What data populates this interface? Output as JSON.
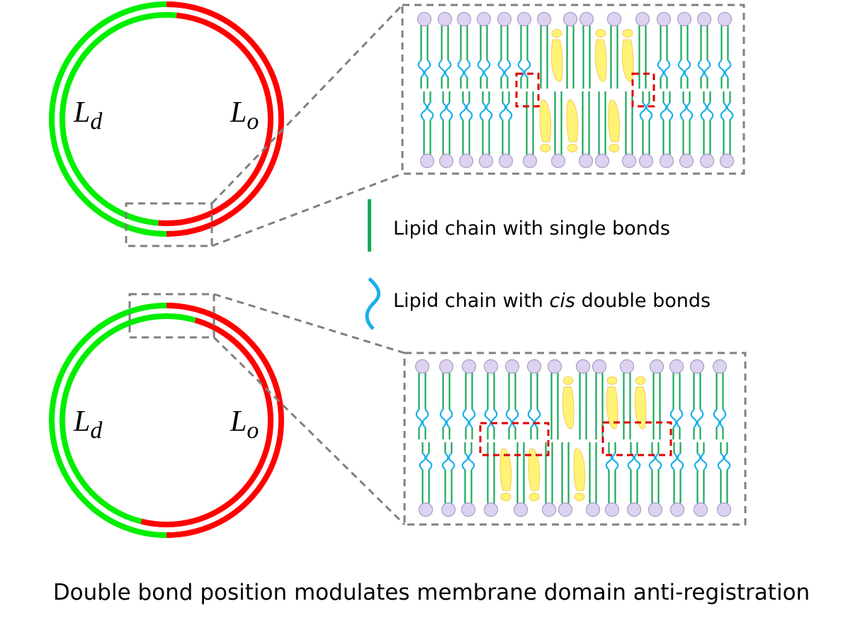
{
  "colors": {
    "ld_phase": "#00ee00",
    "lo_phase": "#ff0000",
    "saturated_chain": "#1aa85a",
    "cis_chain": "#1ab0e8",
    "head_group_fill": "#ddd3f0",
    "head_group_stroke": "#a89cc8",
    "cholesterol_fill": "#fff275",
    "cholesterol_stroke": "#f0cd5a",
    "zoom_box": "#808080",
    "registration_box": "#dd0000"
  },
  "vesicles": [
    {
      "id": "top",
      "labels": {
        "left": "L",
        "left_sub": "d",
        "right": "L",
        "right_sub": "o"
      },
      "outer_leaflet": {
        "ld_fraction": 0.5
      },
      "inner_leaflet": {
        "split_shift": "small"
      }
    },
    {
      "id": "bottom",
      "labels": {
        "left": "L",
        "left_sub": "d",
        "right": "L",
        "right_sub": "o"
      },
      "outer_leaflet": {
        "ld_fraction": 0.5
      },
      "inner_leaflet": {
        "split_shift": "large"
      }
    }
  ],
  "membranes": [
    {
      "id": "top-membrane",
      "upper_leaflet": [
        "cis",
        "cis",
        "cis",
        "cis",
        "cis",
        "cis",
        "sat",
        "sat",
        "sat",
        "sat",
        "sat",
        "cis",
        "cis",
        "cis",
        "cis"
      ],
      "lower_leaflet": [
        "cis",
        "cis",
        "cis",
        "cis",
        "cis",
        "sat",
        "sat",
        "sat",
        "sat",
        "sat",
        "cis",
        "cis",
        "cis",
        "cis",
        "cis"
      ],
      "upper_cholesterol_count": 3,
      "lower_cholesterol_count": 3,
      "mismatch_regions": 2
    },
    {
      "id": "bottom-membrane",
      "upper_leaflet": [
        "cis",
        "cis",
        "cis",
        "cis",
        "cis",
        "cis",
        "sat",
        "sat",
        "sat",
        "sat",
        "sat",
        "cis",
        "cis",
        "cis"
      ],
      "lower_leaflet": [
        "cis",
        "cis",
        "cis",
        "sat",
        "sat",
        "sat",
        "sat",
        "sat",
        "cis",
        "cis",
        "cis",
        "cis",
        "cis",
        "cis"
      ],
      "upper_cholesterol_count": 3,
      "lower_cholesterol_count": 3,
      "mismatch_regions": 2
    }
  ],
  "legend": {
    "single_bond": "Lipid chain with single bonds",
    "cis_prefix": "Lipid chain with ",
    "cis_italic": "cis",
    "cis_suffix": " double bonds"
  },
  "caption": "Double bond position modulates membrane domain anti-registration"
}
